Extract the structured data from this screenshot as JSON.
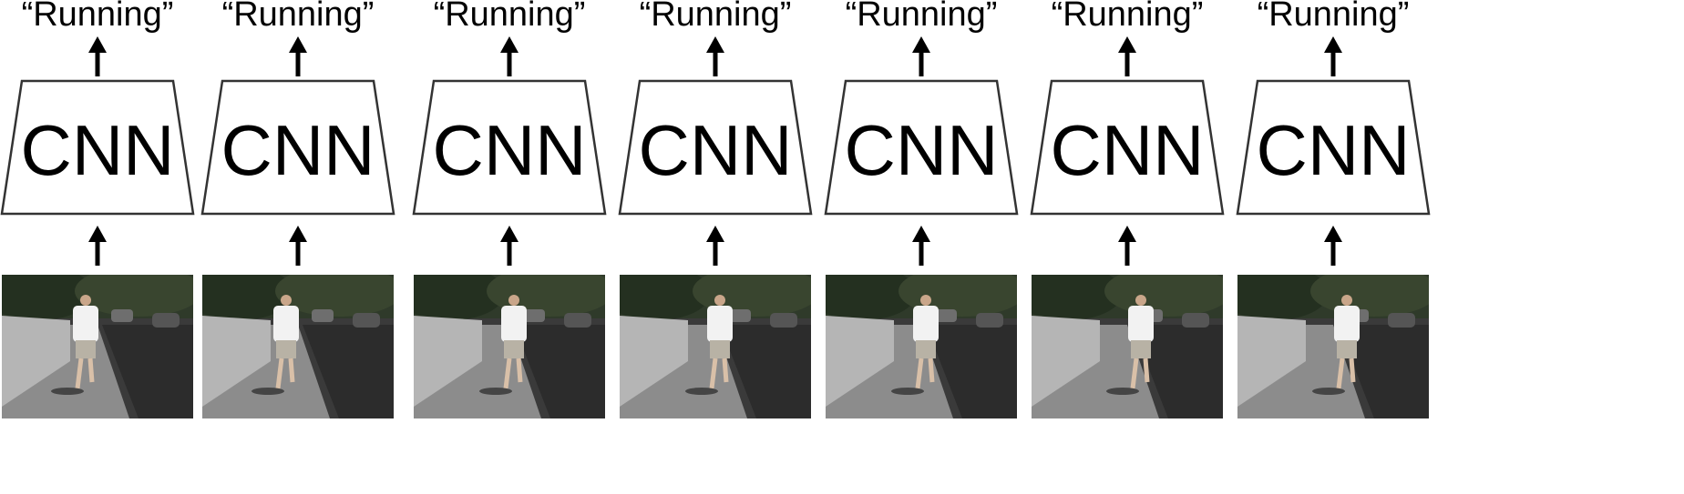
{
  "diagram": {
    "label_text": "“Running”",
    "module_text": "CNN",
    "frame_count": 7
  },
  "colors": {
    "stroke": "#333333",
    "arrow": "#000000",
    "sky_foliage": "#2f3a2a",
    "road": "#3a3a3a",
    "sidewalk": "#8c8c8c",
    "wall": "#b5b5b5",
    "runner_shirt": "#f2f2f2"
  },
  "icons": {
    "up-arrow": "arrow-up-icon"
  }
}
